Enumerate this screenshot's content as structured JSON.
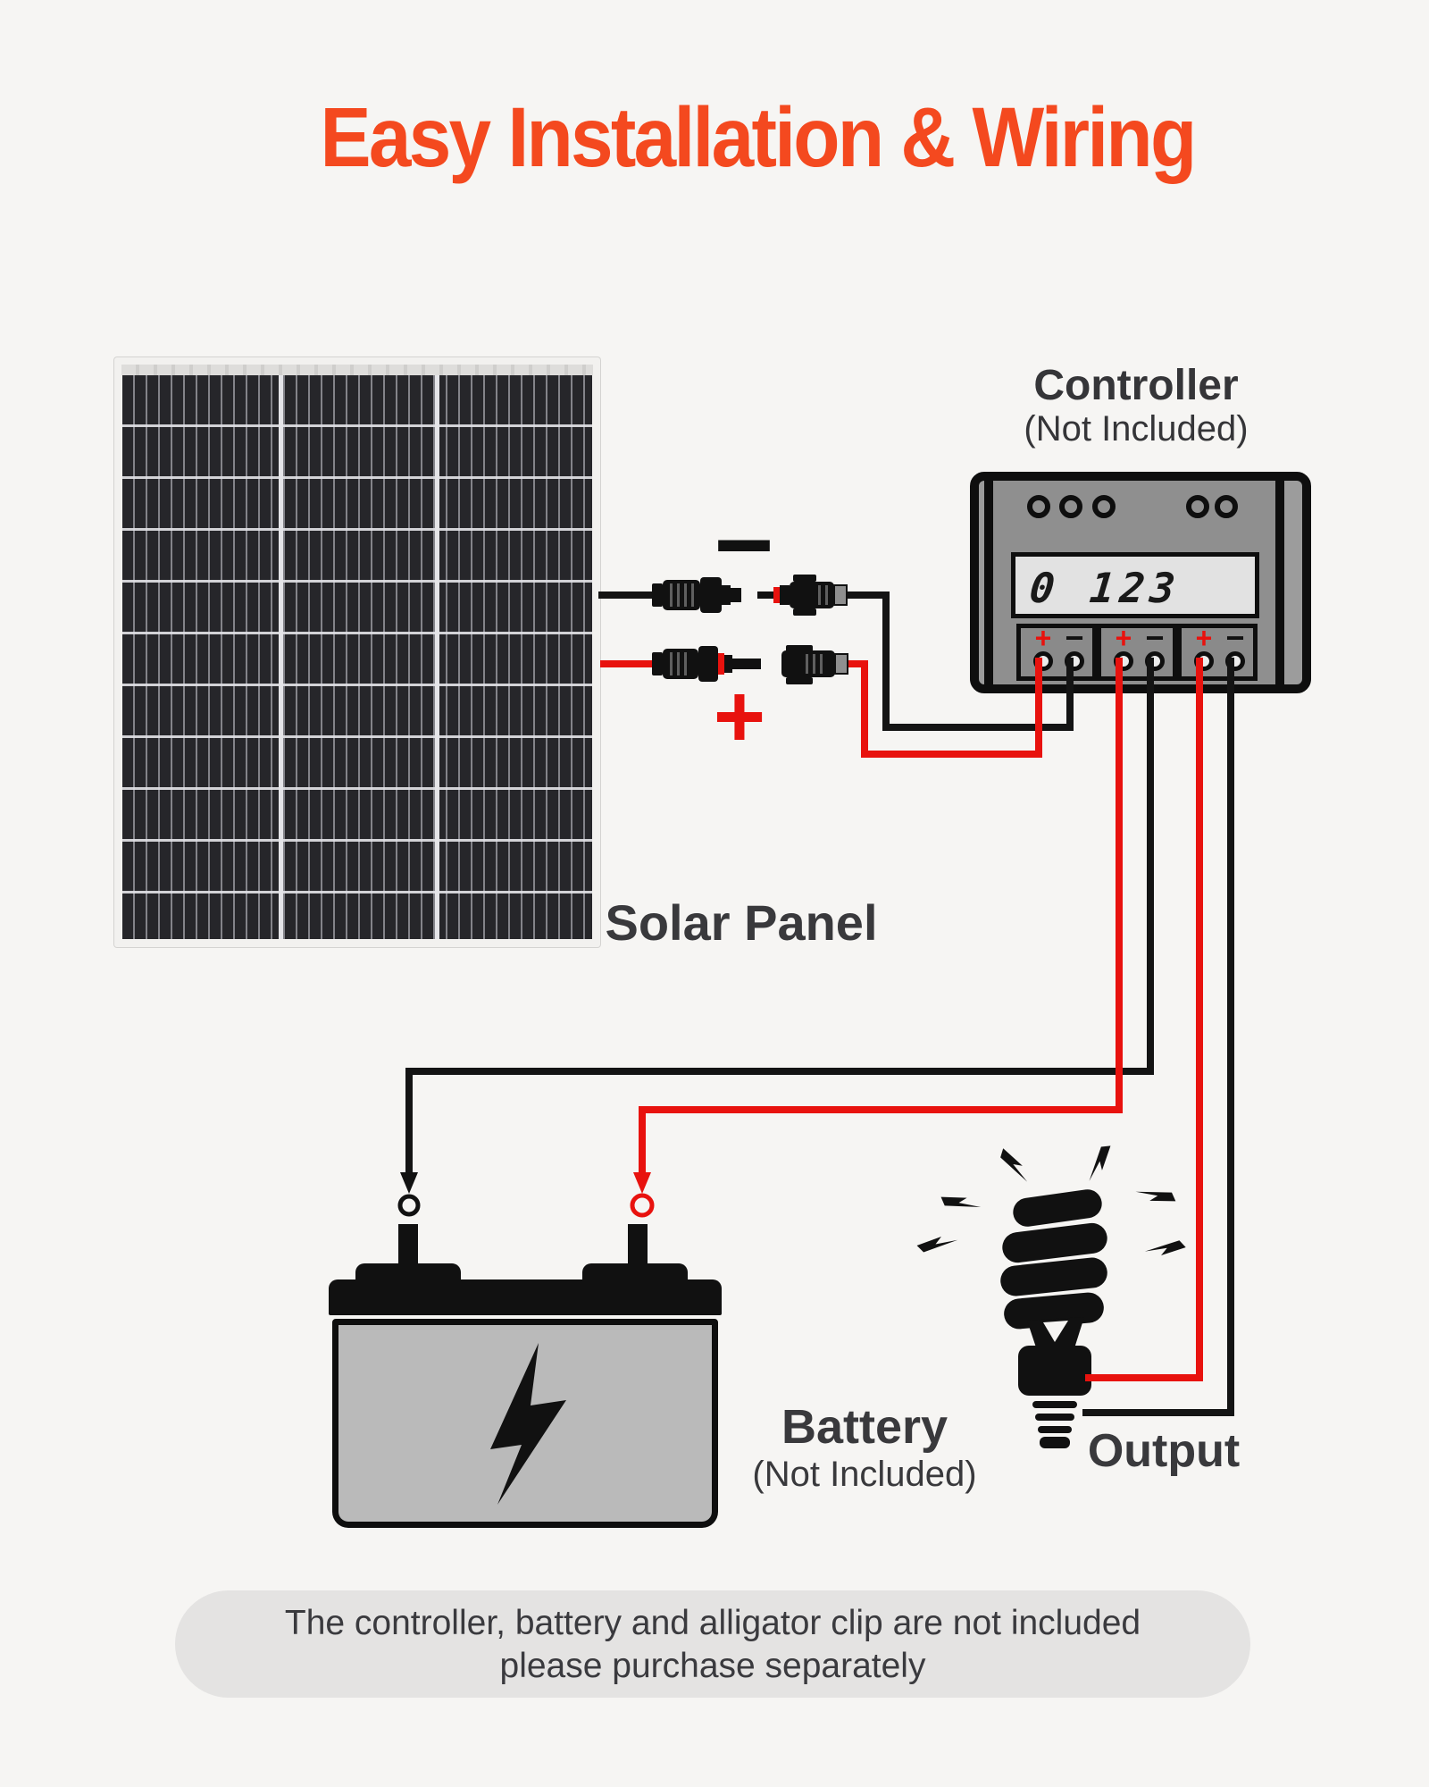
{
  "title": "Easy Installation & Wiring",
  "solar_panel": {
    "label": "Solar Panel"
  },
  "controller": {
    "label": "Controller",
    "sublabel": "(Not Included)",
    "lcd_text": "0 123",
    "terminals": [
      {
        "plus": "+",
        "minus": "−"
      },
      {
        "plus": "+",
        "minus": "−"
      },
      {
        "plus": "+",
        "minus": "−"
      }
    ]
  },
  "wiring": {
    "negative_marker": "−",
    "positive_marker": "+"
  },
  "battery": {
    "label": "Battery",
    "sublabel": "(Not Included)"
  },
  "output": {
    "label": "Output"
  },
  "footer": {
    "line1": "The controller, battery and alligator clip are not included",
    "line2": "please purchase separately"
  },
  "colors": {
    "accent_orange": "#F4491F",
    "wire_red": "#E8120E",
    "wire_black": "#141414",
    "text_dark": "#3A3A3E",
    "bg": "#F6F5F3",
    "controller_gray": "#9C9C9C",
    "battery_gray": "#BABABA",
    "lcd_gray": "#E2E2E2",
    "pill_gray": "#E4E3E2"
  }
}
